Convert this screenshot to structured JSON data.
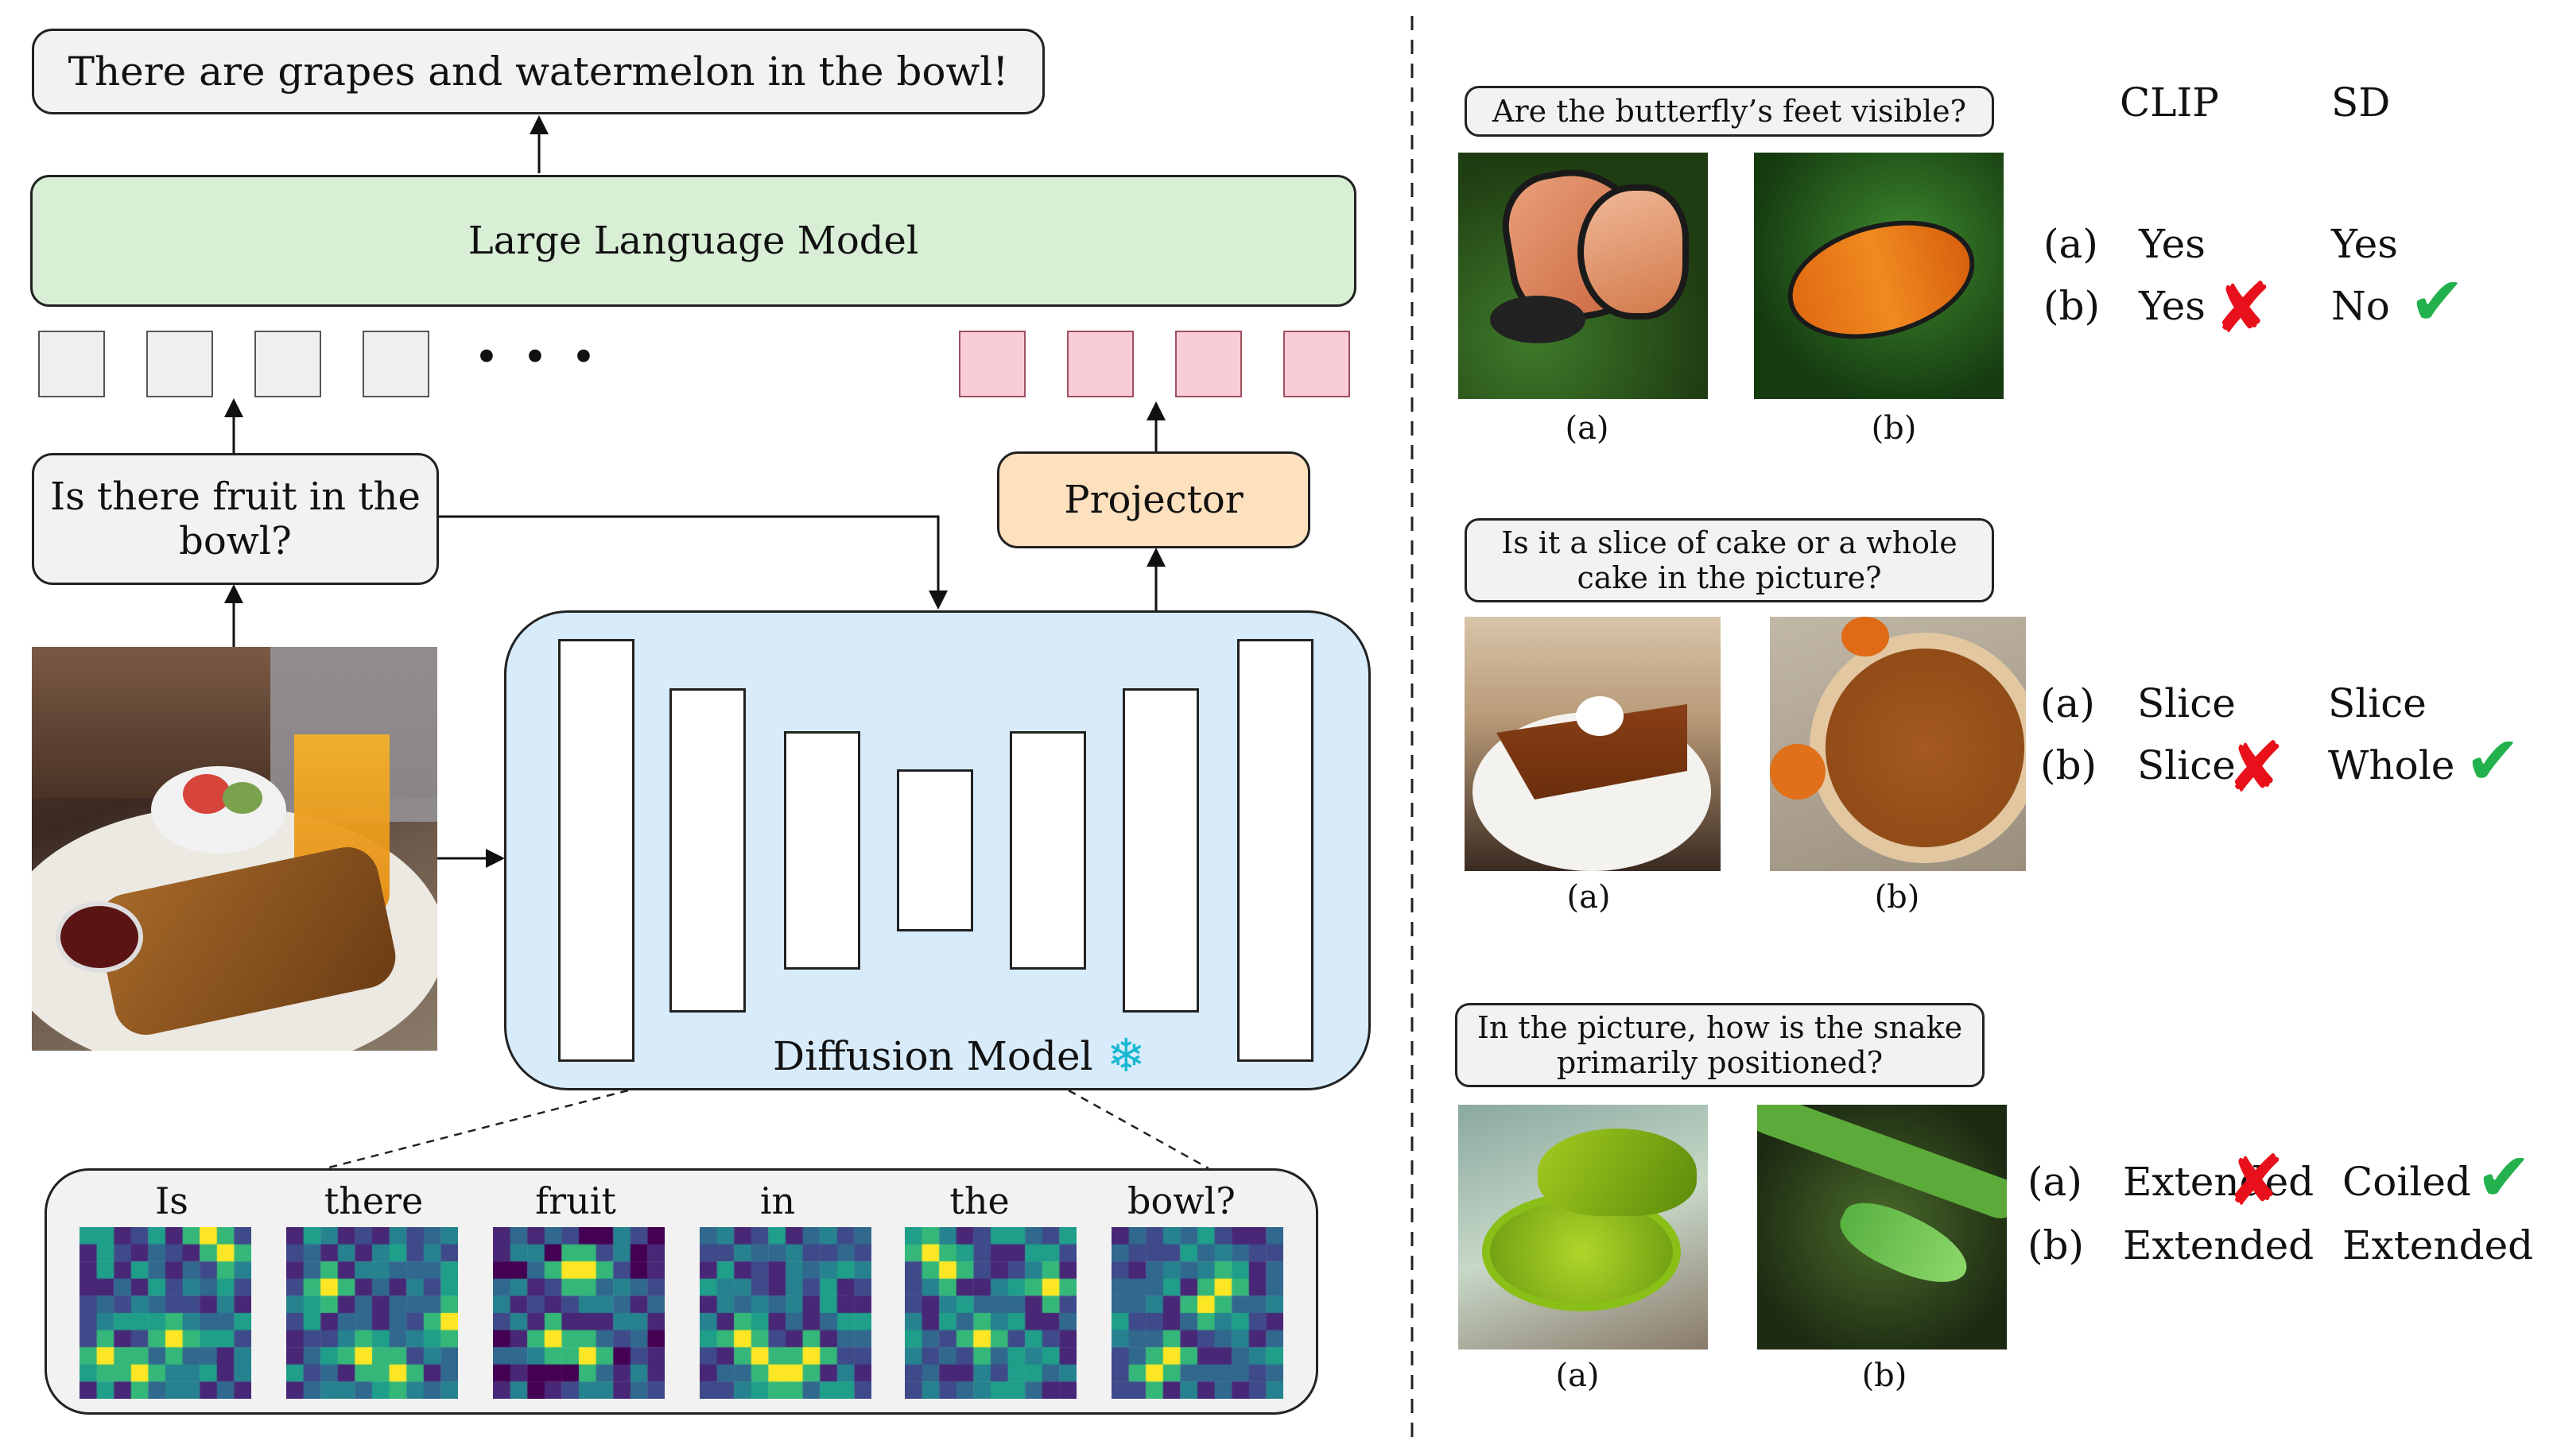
{
  "left": {
    "output_text": "There are grapes and watermelon in the bowl!",
    "llm_label": "Large Language Model",
    "ellipsis": "• • •",
    "question_text": "Is there fruit in the bowl?",
    "projector_label": "Projector",
    "diffusion_label": "Diffusion Model",
    "snowflake": "❄",
    "attention_words": [
      "Is",
      "there",
      "fruit",
      "in",
      "the",
      "bowl?"
    ]
  },
  "right": {
    "header_clip": "CLIP",
    "header_sd": "SD",
    "caption_a": "(a)",
    "caption_b": "(b)",
    "examples": [
      {
        "question": "Are the butterfly’s feet visible?",
        "rows": [
          {
            "label": "(a)",
            "clip": "Yes",
            "sd": "Yes"
          },
          {
            "label": "(b)",
            "clip": "Yes",
            "sd": "No"
          }
        ]
      },
      {
        "question": "Is it a slice of cake or a whole cake in the picture?",
        "rows": [
          {
            "label": "(a)",
            "clip": "Slice",
            "sd": "Slice"
          },
          {
            "label": "(b)",
            "clip": "Slice",
            "sd": "Whole"
          }
        ]
      },
      {
        "question": "In the picture, how is the snake primarily positioned?",
        "rows": [
          {
            "label": "(a)",
            "clip": "Extended",
            "sd": "Coiled"
          },
          {
            "label": "(b)",
            "clip": "Extended",
            "sd": "Extended"
          }
        ]
      }
    ]
  },
  "marks": {
    "cross": "✘",
    "check": "✔",
    "cross_color": "#e8101a",
    "check_color": "#22b14c"
  },
  "colors": {
    "llm_bg": "#d8efd6",
    "projector_bg": "#fde0bd",
    "diffusion_bg": "#d7ebfb",
    "pink_token": "#f9cdd6"
  }
}
